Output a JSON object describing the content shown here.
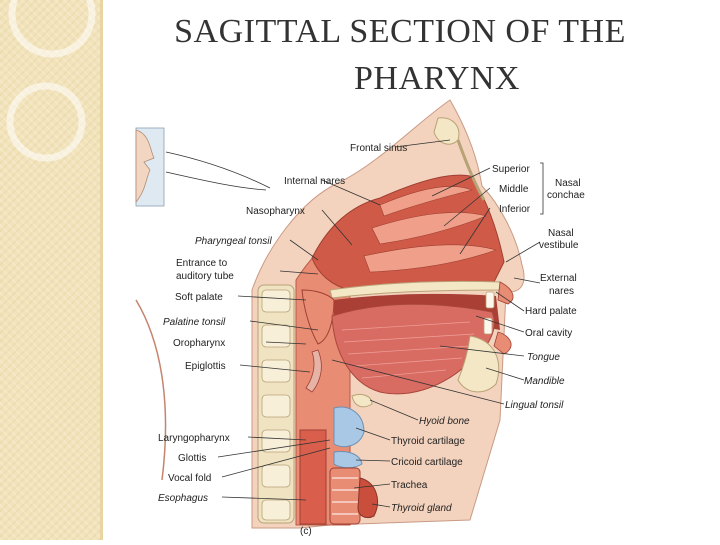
{
  "title": {
    "line1": "SAGITTAL SECTION OF THE",
    "line2": "PHARYNX"
  },
  "figure": {
    "panel_tag": "(c)",
    "labels": {
      "frontal_sinus": "Frontal sinus",
      "internal_nares": "Internal nares",
      "nasopharynx": "Nasopharynx",
      "pharyngeal_tonsil": "Pharyngeal tonsil",
      "entrance_line1": "Entrance to",
      "entrance_line2": "auditory tube",
      "soft_palate": "Soft palate",
      "palatine_tonsil": "Palatine tonsil",
      "oropharynx": "Oropharynx",
      "epiglottis": "Epiglottis",
      "laryngopharynx": "Laryngopharynx",
      "glottis": "Glottis",
      "vocal_fold": "Vocal fold",
      "esophagus": "Esophagus",
      "superior": "Superior",
      "middle": "Middle",
      "inferior": "Inferior",
      "nasal_conchae_line1": "Nasal",
      "nasal_conchae_line2": "conchae",
      "nasal_vestibule_line1": "Nasal",
      "nasal_vestibule_line2": "vestibule",
      "external_nares_line1": "External",
      "external_nares_line2": "nares",
      "hard_palate": "Hard palate",
      "oral_cavity": "Oral cavity",
      "tongue": "Tongue",
      "mandible": "Mandible",
      "lingual_tonsil": "Lingual tonsil",
      "hyoid_bone": "Hyoid bone",
      "thyroid_cartilage": "Thyroid cartilage",
      "cricoid_cartilage": "Cricoid cartilage",
      "trachea": "Trachea",
      "thyroid_gland": "Thyroid gland"
    }
  },
  "colors": {
    "panel": "#f2e3ba",
    "mucosa": "#e98c74",
    "cavity": "#cf5a48",
    "muscle": "#d96c62",
    "bone": "#f4e7c6",
    "cartilage": "#a9c8e6",
    "skin": "#f3d3be"
  }
}
